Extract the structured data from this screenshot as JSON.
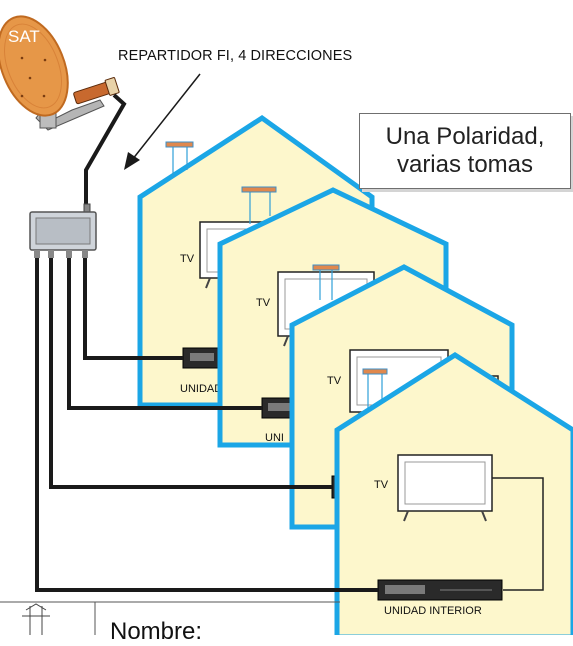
{
  "satellite": {
    "dish_label": "SAT"
  },
  "splitter": {
    "label": "REPARTIDOR FI, 4 DIRECCIONES"
  },
  "callout": {
    "line1": "Una Polaridad,",
    "line2": "varias tomas"
  },
  "houses": [
    {
      "tv_label": "TV",
      "receiver_label": "UNIDAD"
    },
    {
      "tv_label": "TV",
      "receiver_label": "UNI"
    },
    {
      "tv_label": "TV",
      "receiver_label": ""
    },
    {
      "tv_label": "TV",
      "receiver_label": "UNIDAD INTERIOR"
    }
  ],
  "footer": {
    "name_label": "Nombre:"
  },
  "colors": {
    "house_fill": "#fdf7cc",
    "house_outline": "#1ba6e6",
    "dish": "#e69748",
    "cable": "#1a1a1a",
    "antenna": "#e0884d"
  }
}
